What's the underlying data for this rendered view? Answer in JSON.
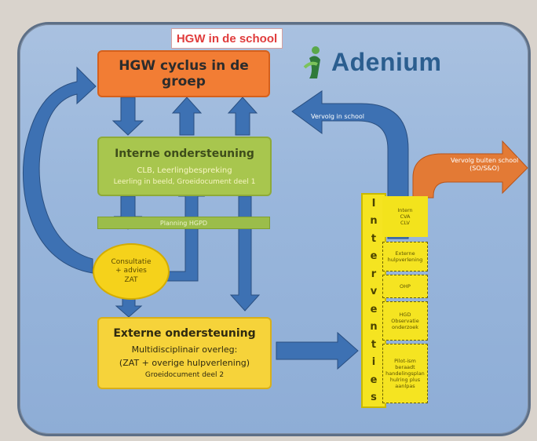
{
  "title": "HGW in de school",
  "logo": {
    "text": "Adenium",
    "icon": "figure-icon"
  },
  "cycle_box": {
    "label": "HGW cyclus in de groep"
  },
  "intern_box": {
    "heading": "Interne ondersteuning",
    "line1": "CLB, Leerlingbespreking",
    "line2": "Leerling in beeld, Groeidocument deel 1"
  },
  "bar_label": "Planning HGPD",
  "zat_circle": {
    "line1": "Consultatie",
    "line2": "+ advies",
    "line3": "ZAT"
  },
  "extern_box": {
    "heading": "Externe ondersteuning",
    "line1": "Multidisciplinair overleg:",
    "line2": "(ZAT + overige hulpverlening)",
    "line3": "Groeidocument deel 2"
  },
  "interventies_letters": [
    "I",
    "n",
    "t",
    "e",
    "r",
    "v",
    "e",
    "n",
    "t",
    "i",
    "e",
    "s"
  ],
  "intervention_slots": [
    {
      "lines": [
        "Intern",
        "CVA",
        "CLV"
      ]
    },
    {
      "lines": [
        "Externe",
        "hulpverlening"
      ]
    },
    {
      "lines": [
        "OHP"
      ]
    },
    {
      "lines": [
        "HGD",
        "Observatie",
        "onderzoek"
      ]
    },
    {
      "lines": [
        "Pilot-ism",
        "beraadt",
        "handelingsplan",
        "hulring plus",
        "aanlpas"
      ]
    }
  ],
  "arrow_vervolg_school": "Vervolg in school",
  "arrow_vervolg_buiten": [
    "Vervolg buiten school",
    "(SO/S&O)"
  ],
  "colors": {
    "orange": "#f27d34",
    "green": "#a8c64e",
    "yellow": "#f5d21b",
    "arrow_blue": "#3e73b4",
    "background_blue": "#9ab7dc"
  }
}
